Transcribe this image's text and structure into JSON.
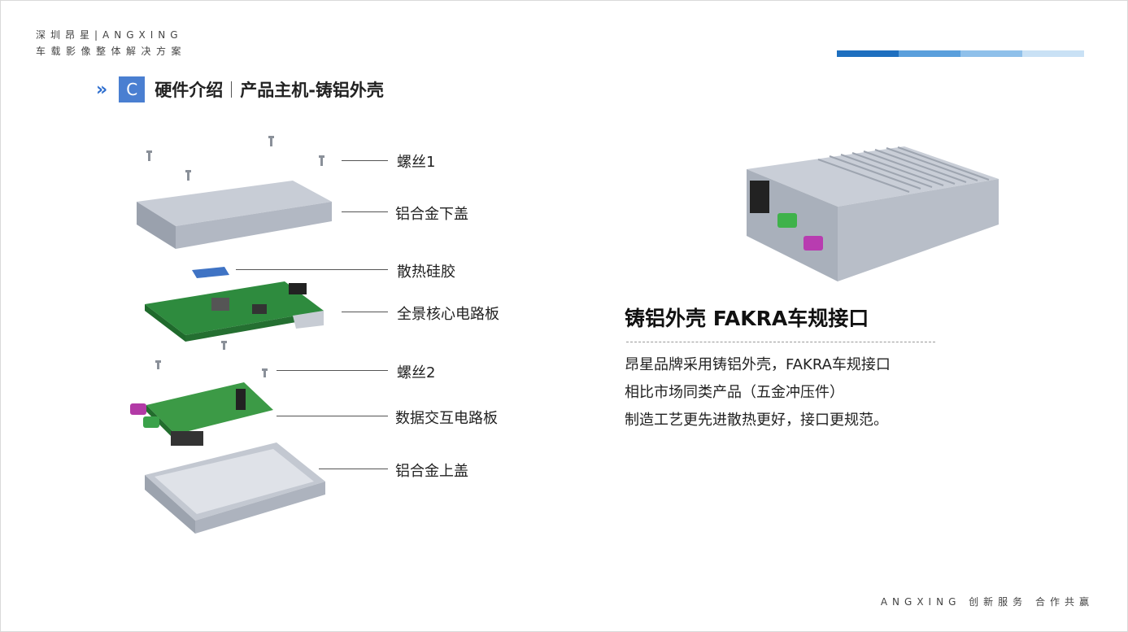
{
  "brand": {
    "line1": "深圳昂星|ANGXING",
    "line2": "车载影像整体解决方案"
  },
  "accent_bars": [
    "#1e6fbf",
    "#5a9fdc",
    "#8fc0ea",
    "#c9e1f5"
  ],
  "section": {
    "chevron": "»",
    "badge": "C",
    "title": "硬件介绍",
    "subtitle": "产品主机-铸铝外壳"
  },
  "exploded_labels": [
    "螺丝1",
    "铝合金下盖",
    "散热硅胶",
    "全景核心电路板",
    "螺丝2",
    "数据交互电路板",
    "铝合金上盖"
  ],
  "product": {
    "title": "铸铝外壳 FAKRA车规接口",
    "description": [
      "昂星品牌采用铸铝外壳，FAKRA车规接口",
      "相比市场同类产品（五金冲压件）",
      "制造工艺更先进散热更好，接口更规范。"
    ]
  },
  "footer": "ANGXING  创新服务  合作共赢"
}
